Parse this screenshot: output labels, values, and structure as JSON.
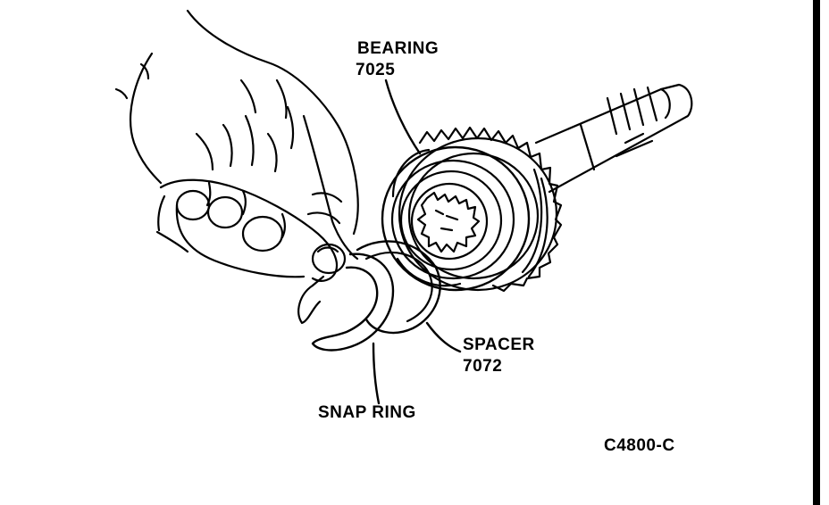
{
  "labels": {
    "bearing": {
      "name": "BEARING",
      "part": "7025"
    },
    "spacer": {
      "name": "SPACER",
      "part": "7072"
    },
    "snap_ring": {
      "name": "SNAP RING"
    }
  },
  "figure_code": "C4800-C",
  "colors": {
    "ink": "#000000",
    "paper": "#ffffff"
  }
}
